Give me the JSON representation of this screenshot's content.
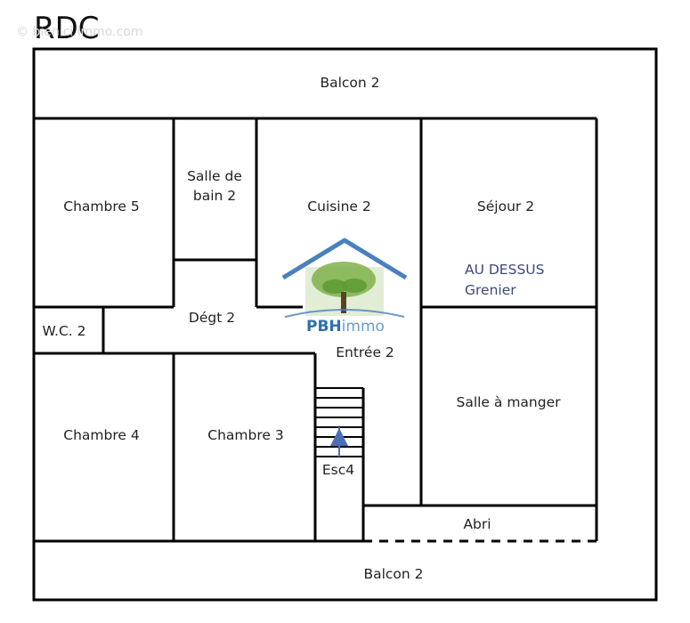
{
  "title": "RDC",
  "watermark": "© bienici.immo.com",
  "logo": {
    "name_part1": "PBH",
    "name_part2": "immo",
    "color": "#2f6fb0"
  },
  "rooms": {
    "balcon_top": "Balcon 2",
    "chambre5": "Chambre 5",
    "salle_de_bain": [
      "Salle de",
      "bain 2"
    ],
    "cuisine": "Cuisine 2",
    "sejour": "Séjour 2",
    "au_dessus": [
      "AU DESSUS",
      "Grenier"
    ],
    "wc": "W.C. 2",
    "degt": "Dégt 2",
    "entree": "Entrée 2",
    "chambre4": "Chambre 4",
    "chambre3": "Chambre 3",
    "escalier": "Esc4",
    "salle_a_manger": "Salle à manger",
    "abri": "Abri",
    "balcon_bottom": "Balcon 2"
  },
  "colors": {
    "wall": "#000000",
    "stair_arrow": "#4a6fb8",
    "note_text": "#3b4a7a"
  }
}
